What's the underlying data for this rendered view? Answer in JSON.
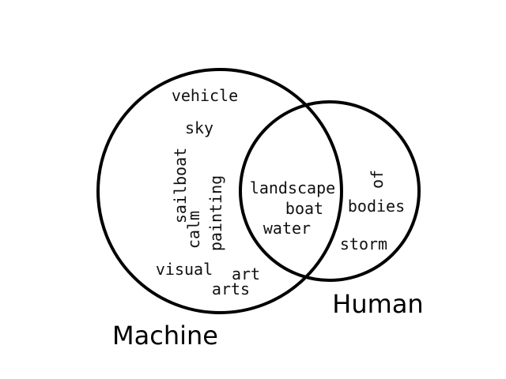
{
  "diagram": {
    "sets": [
      {
        "name": "Machine"
      },
      {
        "name": "Human"
      }
    ],
    "regions": {
      "machine_only": [
        "vehicle",
        "sky",
        "sailboat",
        "calm",
        "painting",
        "visual",
        "art",
        "arts"
      ],
      "both": [
        "landscape",
        "boat",
        "water"
      ],
      "human_only": [
        "of",
        "bodies",
        "storm"
      ]
    },
    "colors": {
      "stroke": "#000000",
      "text": "#111111",
      "background": "#ffffff"
    }
  }
}
